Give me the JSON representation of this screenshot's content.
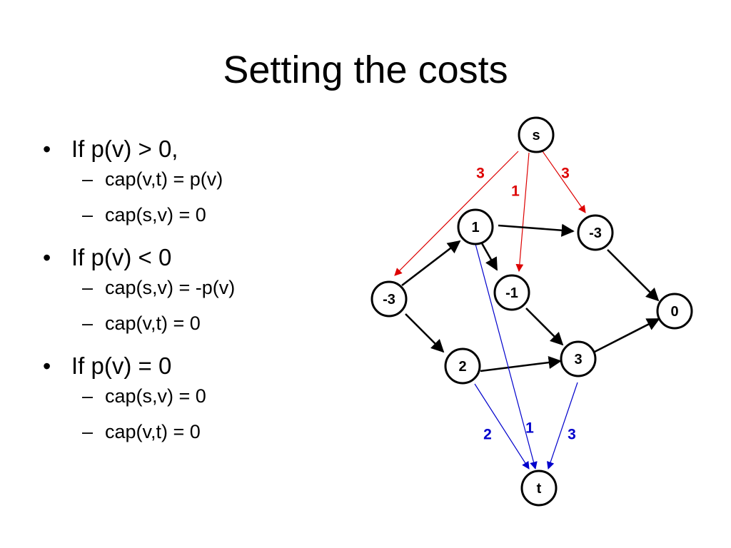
{
  "title": "Setting the costs",
  "bullets": [
    {
      "text": "If p(v) > 0,",
      "subs": [
        "cap(v,t) = p(v)",
        "cap(s,v) = 0"
      ]
    },
    {
      "text": "If p(v) < 0",
      "subs": [
        "cap(s,v) = -p(v)",
        "cap(v,t) = 0"
      ]
    },
    {
      "text": "If p(v) = 0",
      "subs": [
        "cap(s,v) = 0",
        "cap(v,t) = 0"
      ]
    }
  ],
  "bullet_glyph": "•",
  "sub_glyph": "–",
  "colors": {
    "source_edges": "#dd0000",
    "sink_edges": "#0000cc",
    "inner_edges": "#000000"
  },
  "graph": {
    "nodes": [
      {
        "id": "s",
        "label": "s"
      },
      {
        "id": "n1",
        "label": "1"
      },
      {
        "id": "nm3a",
        "label": "-3"
      },
      {
        "id": "nm3b",
        "label": "-3"
      },
      {
        "id": "nm1",
        "label": "-1"
      },
      {
        "id": "n0",
        "label": "0"
      },
      {
        "id": "n2",
        "label": "2"
      },
      {
        "id": "n3",
        "label": "3"
      },
      {
        "id": "t",
        "label": "t"
      }
    ],
    "edges": [
      {
        "from": "s",
        "to": "nm3a",
        "label": "3",
        "kind": "source_edges"
      },
      {
        "from": "s",
        "to": "nm1",
        "label": "1",
        "kind": "source_edges"
      },
      {
        "from": "s",
        "to": "nm3b",
        "label": "3",
        "kind": "source_edges"
      },
      {
        "from": "nm3a",
        "to": "n1",
        "label": "",
        "kind": "inner_edges"
      },
      {
        "from": "nm3a",
        "to": "n2",
        "label": "",
        "kind": "inner_edges"
      },
      {
        "from": "n1",
        "to": "nm3b",
        "label": "",
        "kind": "inner_edges"
      },
      {
        "from": "n1",
        "to": "nm1",
        "label": "",
        "kind": "inner_edges"
      },
      {
        "from": "nm3b",
        "to": "n0",
        "label": "",
        "kind": "inner_edges"
      },
      {
        "from": "nm1",
        "to": "n3",
        "label": "",
        "kind": "inner_edges"
      },
      {
        "from": "n2",
        "to": "n3",
        "label": "",
        "kind": "inner_edges"
      },
      {
        "from": "n3",
        "to": "n0",
        "label": "",
        "kind": "inner_edges"
      },
      {
        "from": "n1",
        "to": "t",
        "label": "1",
        "kind": "sink_edges"
      },
      {
        "from": "n2",
        "to": "t",
        "label": "2",
        "kind": "sink_edges"
      },
      {
        "from": "n3",
        "to": "t",
        "label": "3",
        "kind": "sink_edges"
      }
    ]
  }
}
